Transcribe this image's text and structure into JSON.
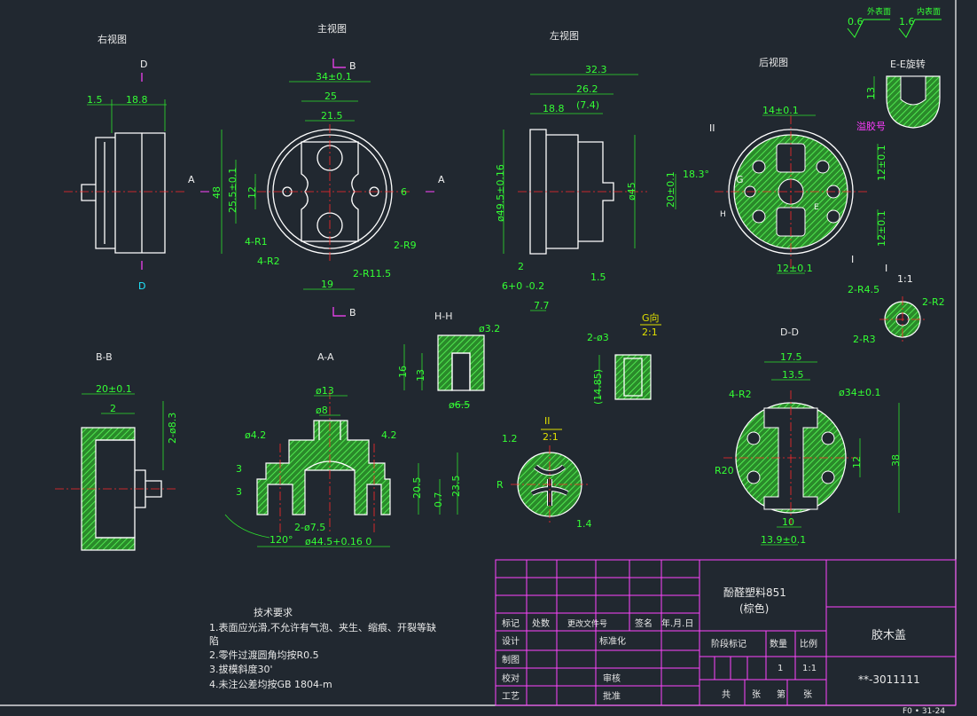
{
  "views": {
    "right_view": "右视图",
    "main_view": "主视图",
    "left_view": "左视图",
    "rear_view": "后视图",
    "ee_rotate": "E-E旋转",
    "bb": "B-B",
    "aa": "A-A",
    "hh": "H-H",
    "g_dir": "G向",
    "g_scale": "2:1",
    "ii": "II",
    "ii_scale": "2:1",
    "dd": "D-D",
    "i_label": "I",
    "i_scale": "1:1"
  },
  "roughness": {
    "r1": "0.6",
    "r1_label": "外表面",
    "r2": "1.6",
    "r2_label": "内表面"
  },
  "dims": {
    "d_top": "D",
    "d_bottom": "D",
    "rv_15": "1.5",
    "rv_188": "18.8",
    "b_top": "B",
    "b_bottom": "B",
    "mv_34": "34±0.1",
    "mv_25": "25",
    "mv_215": "21.5",
    "mv_48": "48",
    "mv_255": "25.5±0.1",
    "mv_12": "12",
    "mv_6": "6",
    "mv_a_left": "A",
    "mv_a_right": "A",
    "mv_4r1": "4-R1",
    "mv_4r2": "4-R2",
    "mv_2r9": "2-R9",
    "mv_2r115": "2-R11.5",
    "mv_19": "19",
    "lv_323": "32.3",
    "lv_262": "26.2",
    "lv_188": "18.8",
    "lv_74": "(7.4)",
    "lv_phi495": "ø49.5±0.16",
    "lv_phi45": "ø45",
    "lv_2": "2",
    "lv_6": "6+0 -0.2",
    "lv_15": "1.5",
    "lv_77": "7.7",
    "rr_14": "14±0.1",
    "rr_ii": "II",
    "rr_resin": "溢胶号",
    "rr_183": "18.3°",
    "rr_g": "G",
    "rr_20": "20±0.1",
    "rr_h": "H",
    "rr_e": "E",
    "rr_12a": "12±0.1",
    "rr_12b": "12±0.1",
    "rr_12c": "12±0.1",
    "rr_i": "I",
    "ee_13": "13",
    "i_2r45": "2-R4.5",
    "i_2r2": "2-R2",
    "i_2r3": "2-R3",
    "hh_phi32": "ø3.2",
    "hh_16": "16",
    "hh_13": "13",
    "hh_phi65": "ø6.5",
    "g_2phi3": "2-ø3",
    "g_1485": "(14.85)",
    "dd_175": "17.5",
    "dd_135": "13.5",
    "dd_4r2": "4-R2",
    "dd_phi34": "ø34±0.1",
    "dd_r20": "R20",
    "dd_12": "12",
    "dd_38": "38",
    "dd_10": "10",
    "dd_139": "13.9±0.1",
    "bb_20": "20±0.1",
    "bb_2": "2",
    "bb_2phi83": "2-ø8.3",
    "aa_phi13": "ø13",
    "aa_phi8": "ø8",
    "aa_phi42": "ø4.2",
    "aa_42": "4.2",
    "aa_3a": "3",
    "aa_3b": "3",
    "aa_205": "20.5",
    "aa_07": "0.7",
    "aa_235": "23.5",
    "aa_2phi75": "2-ø7.5",
    "aa_120": "120°",
    "aa_phi445": "ø44.5+0.16 0",
    "ii_12": "1.2",
    "ii_r": "R",
    "ii_14": "1.4"
  },
  "notes": {
    "title": "技术要求",
    "items": [
      "1.表面应光滑,不允许有气泡、夹生、缩痕、开裂等缺",
      "陷",
      "2.零件过渡圆角均按R0.5",
      "3.拔模斜度30'",
      "4.未注公差均按GB 1804-m"
    ]
  },
  "title_block": {
    "material_1": "酚醛塑料851",
    "material_2": "(棕色)",
    "part_name": "胶木盖",
    "drawing_no": "**-3011111",
    "rev_cols": [
      "标记",
      "处数",
      "更改文件号",
      "签名",
      "年.月.日"
    ],
    "roles_left": [
      "设计",
      "制图",
      "校对",
      "工艺"
    ],
    "roles_right": [
      "标准化",
      "审核",
      "批准"
    ],
    "stage": "阶段标记",
    "qty_label": "数量",
    "scale_label": "比例",
    "qty": "1",
    "scale": "1:1",
    "sheet_bottom": [
      "共",
      "张",
      "第",
      "张"
    ],
    "format": "F0 • 31-24"
  }
}
